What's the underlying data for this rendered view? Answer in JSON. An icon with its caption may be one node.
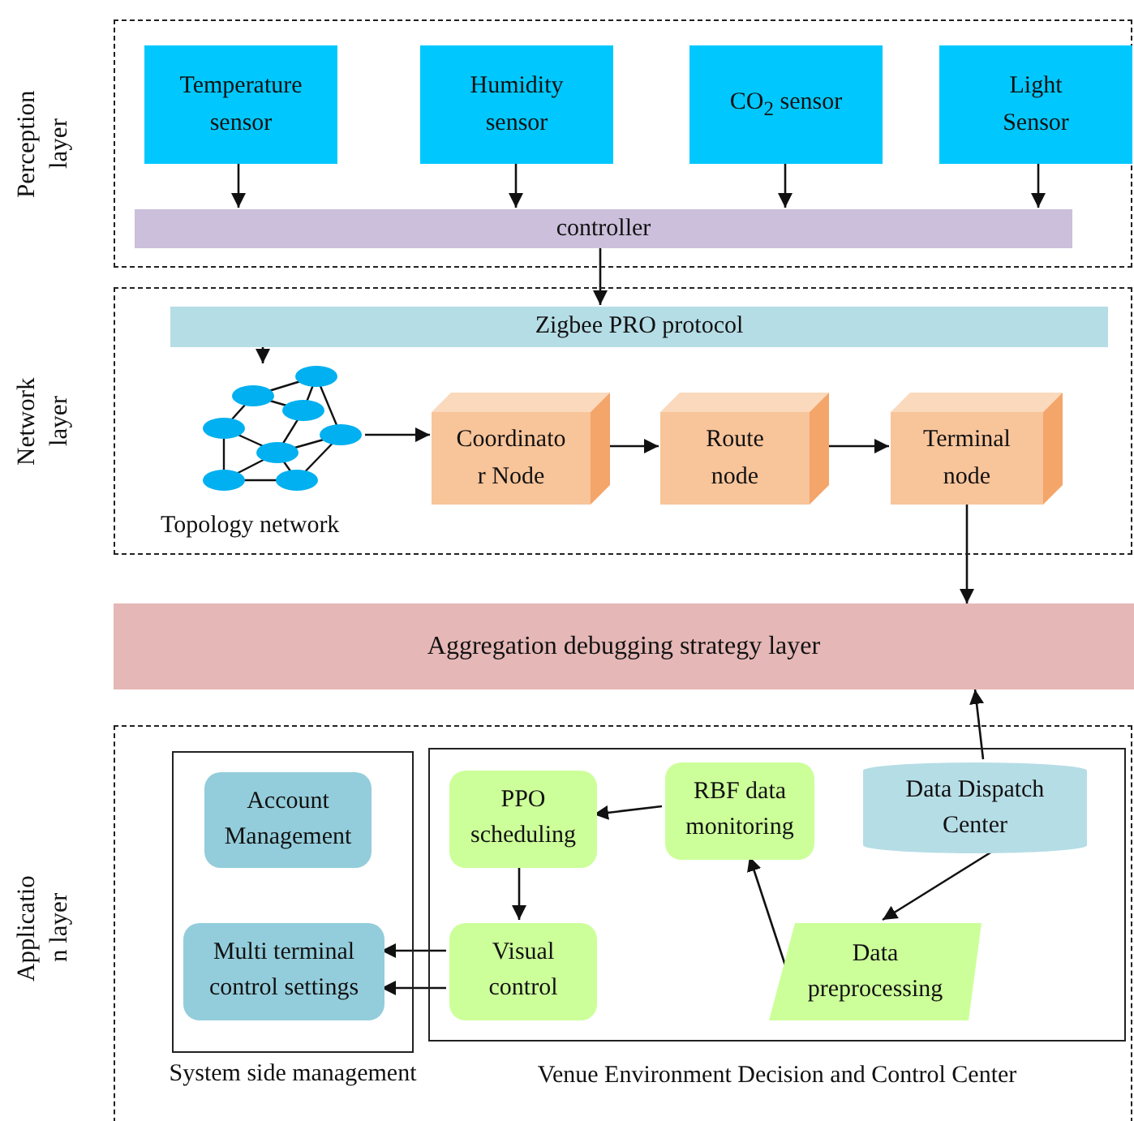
{
  "diagram": {
    "nodes": [
      {
        "text": [
          "Perception layer"
        ]
      },
      {
        "text": [
          "Temperature sensor"
        ],
        "in": 0
      },
      {
        "text": [
          "Humidity sensor"
        ],
        "in": 0
      },
      {
        "text": [
          "CO$_{2}$ sensor"
        ],
        "in": 0
      },
      {
        "text": [
          "Light Sensor"
        ],
        "in": 0
      },
      {
        "text": [
          "controller"
        ],
        "in": 0
      },
      {
        "text": [
          "Network layer"
        ]
      },
      {
        "text": [
          "Zigbee PRO protocol"
        ],
        "in": 6
      },
      {
        "text": [],
        "shape": "picture",
        "beside": [
          "Topology network"
        ],
        "in": 6
      },
      {
        "text": [
          "Coordinato r Node"
        ],
        "in": 6
      },
      {
        "text": [
          "Route node"
        ],
        "in": 6
      },
      {
        "text": [
          "Terminal node"
        ],
        "in": 6
      },
      {
        "text": [
          "Aggregation debugging strategy layer"
        ]
      },
      {
        "text": [
          "Applicatio n layer"
        ]
      },
      {
        "text": [
          "System side management"
        ],
        "in": 13
      },
      {
        "text": [
          "Account Management"
        ],
        "in": 14
      },
      {
        "text": [
          "Multi terminal control settings"
        ],
        "in": 14
      },
      {
        "text": [
          "Venue Environment Decision and Control Center"
        ],
        "in": 13
      },
      {
        "text": [
          "PPO scheduling"
        ],
        "in": 17
      },
      {
        "text": [
          "RBF data monitoring"
        ],
        "in": 17
      },
      {
        "text": [
          "Data Dispatch Center"
        ],
        "in": 17
      },
      {
        "text": [
          "Visual control"
        ],
        "in": 17
      },
      {
        "text": [
          "Data preprocessing"
        ],
        "in": 17
      }
    ],
    "edges": [
      {
        "from": 1,
        "to": 5,
        "arrow": "to"
      },
      {
        "from": 2,
        "to": 5,
        "arrow": "to"
      },
      {
        "from": 3,
        "to": 5,
        "arrow": "to"
      },
      {
        "from": 4,
        "to": 5,
        "arrow": "to"
      },
      {
        "from": 5,
        "to": 7,
        "arrow": "to"
      },
      {
        "from": 7,
        "to": 8,
        "arrow": "to"
      },
      {
        "from": 8,
        "to": 9,
        "arrow": "to"
      },
      {
        "from": 9,
        "to": 10,
        "arrow": "to"
      },
      {
        "from": 10,
        "to": 11,
        "arrow": "to"
      },
      {
        "from": 11,
        "to": 12,
        "arrow": "to"
      },
      {
        "from": 20,
        "to": 12,
        "arrow": "to"
      },
      {
        "from": 19,
        "to": 18,
        "arrow": "to"
      },
      {
        "from": 18,
        "to": 21,
        "arrow": "to"
      },
      {
        "from": 21,
        "to": 16,
        "arrow": "to"
      },
      {
        "from": 21,
        "to": 16,
        "arrow": "to"
      },
      {
        "from": 20,
        "to": 22,
        "arrow": "to"
      },
      {
        "from": 22,
        "to": 19,
        "arrow": "to"
      }
    ]
  }
}
